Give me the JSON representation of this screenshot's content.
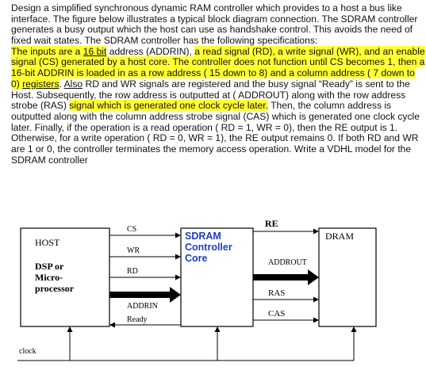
{
  "paragraph": {
    "l1": "Design a simplified synchronous dynamic RAM controller which provides to a host a bus like",
    "l2": "interface. The figure below illustrates a typical block diagram connection. The SDRAM controller",
    "l3": "generates a busy output which the host can use as handshake control. This avoids the need of",
    "l4": "fixed wait states. The SDRAM controller has the following specifications:",
    "l5a": "The inputs are a ",
    "l5b": "16 bit",
    "l5c": " address (ADDRIN), ",
    "l5d": "a read signal (RD), a write signal (WR), and an enable",
    "l6a": "signal (CS) generated by a host core. The controller does not function until CS becomes 1, ",
    "l6b": "then a",
    "l7": "16-bit ADDRIN is loaded in as a row address ( 15 down to 8) and a column address ( 7 down to",
    "l8a": "0) ",
    "l8b": "registers",
    "l8c": ". ",
    "l8d": "Also",
    "l8e": " RD and WR signals are registered and the busy signal “Ready” is sent to the",
    "l9": "Host. Subsequently, the row address is outputted at ( ADDROUT)  along with the row address",
    "l10a": "strobe (RAS) ",
    "l10b": "signal which is generated one clock cycle later.",
    "l10c": " Then, the column address is",
    "l11": "outputted along with the column address strobe signal (CAS) which is generated one clock cycle",
    "l12": "later. Finally, if the operation is a read operation ( RD = 1, WR = 0), then the RE output is 1.",
    "l13": "Otherwise, for a write operation ( RD = 0, WR = 1), the RE output remains 0. If both RD and WR",
    "l14": "are 1 or 0, the controller terminates the memory access operation. Write a VDHL model for the",
    "l15": "SDRAM controller"
  },
  "diagram": {
    "host": {
      "title": "HOST",
      "line1": "DSP or",
      "line2": "Micro-",
      "line3": "processor"
    },
    "controller": {
      "line1": "SDRAM",
      "line2": "Controller",
      "line3": "Core"
    },
    "dram": {
      "title": "DRAM"
    },
    "signals": {
      "cs": "CS",
      "wr": "WR",
      "rd": "RD",
      "addrin": "ADDRIN",
      "ready": "Ready",
      "re": "RE",
      "addrout": "ADDROUT",
      "ras": "RAS",
      "cas": "CAS",
      "clock": "clock"
    },
    "colors": {
      "controller_text": "#1e3fbf",
      "highlight": "#ffff33"
    }
  }
}
